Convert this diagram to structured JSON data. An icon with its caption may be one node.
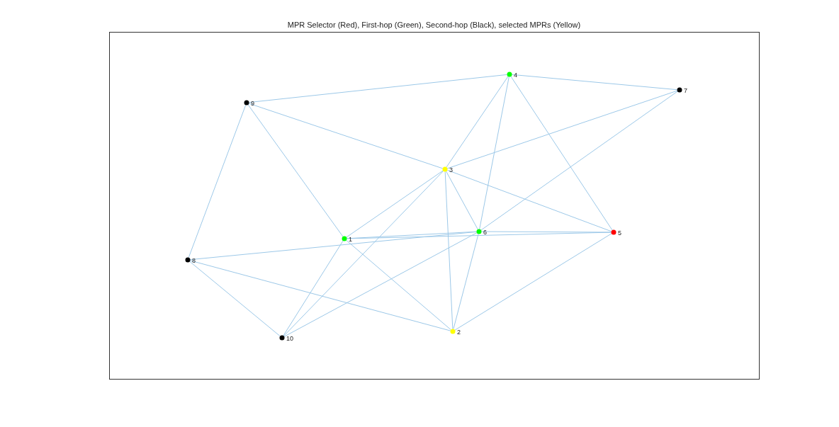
{
  "diagram": {
    "title": "MPR Selector (Red), First-hop (Green), Second-hop (Black), selected MPRs (Yellow)",
    "nodes": [
      {
        "text": [],
        "shape": "circle",
        "beside": [
          "1"
        ]
      },
      {
        "text": [],
        "shape": "circle",
        "beside": [
          "2"
        ]
      },
      {
        "text": [],
        "shape": "circle",
        "beside": [
          "3"
        ]
      },
      {
        "text": [],
        "shape": "circle",
        "beside": [
          "4"
        ]
      },
      {
        "text": [],
        "shape": "circle",
        "beside": [
          "5"
        ]
      },
      {
        "text": [],
        "shape": "circle",
        "beside": [
          "6"
        ]
      },
      {
        "text": [],
        "shape": "circle",
        "beside": [
          "7"
        ]
      },
      {
        "text": [],
        "shape": "circle",
        "beside": [
          "8"
        ]
      },
      {
        "text": [],
        "shape": "circle",
        "beside": [
          "9"
        ]
      },
      {
        "text": [],
        "shape": "circle",
        "beside": [
          "10"
        ]
      }
    ],
    "edges": [
      {
        "from": 8,
        "to": 3,
        "arrow": "none"
      },
      {
        "from": 8,
        "to": 2,
        "arrow": "none"
      },
      {
        "from": 8,
        "to": 0,
        "arrow": "none"
      },
      {
        "from": 8,
        "to": 7,
        "arrow": "none"
      },
      {
        "from": 3,
        "to": 6,
        "arrow": "none"
      },
      {
        "from": 3,
        "to": 2,
        "arrow": "none"
      },
      {
        "from": 3,
        "to": 5,
        "arrow": "none"
      },
      {
        "from": 3,
        "to": 4,
        "arrow": "none"
      },
      {
        "from": 6,
        "to": 2,
        "arrow": "none"
      },
      {
        "from": 6,
        "to": 5,
        "arrow": "none"
      },
      {
        "from": 2,
        "to": 0,
        "arrow": "none"
      },
      {
        "from": 2,
        "to": 9,
        "arrow": "none"
      },
      {
        "from": 2,
        "to": 5,
        "arrow": "none"
      },
      {
        "from": 2,
        "to": 1,
        "arrow": "none"
      },
      {
        "from": 2,
        "to": 4,
        "arrow": "none"
      },
      {
        "from": 0,
        "to": 5,
        "arrow": "none"
      },
      {
        "from": 0,
        "to": 4,
        "arrow": "none"
      },
      {
        "from": 0,
        "to": 9,
        "arrow": "none"
      },
      {
        "from": 0,
        "to": 1,
        "arrow": "none"
      },
      {
        "from": 7,
        "to": 5,
        "arrow": "none"
      },
      {
        "from": 7,
        "to": 1,
        "arrow": "none"
      },
      {
        "from": 7,
        "to": 9,
        "arrow": "none"
      },
      {
        "from": 9,
        "to": 5,
        "arrow": "none"
      },
      {
        "from": 5,
        "to": 1,
        "arrow": "none"
      },
      {
        "from": 5,
        "to": 4,
        "arrow": "none"
      },
      {
        "from": 1,
        "to": 4,
        "arrow": "none"
      }
    ]
  }
}
